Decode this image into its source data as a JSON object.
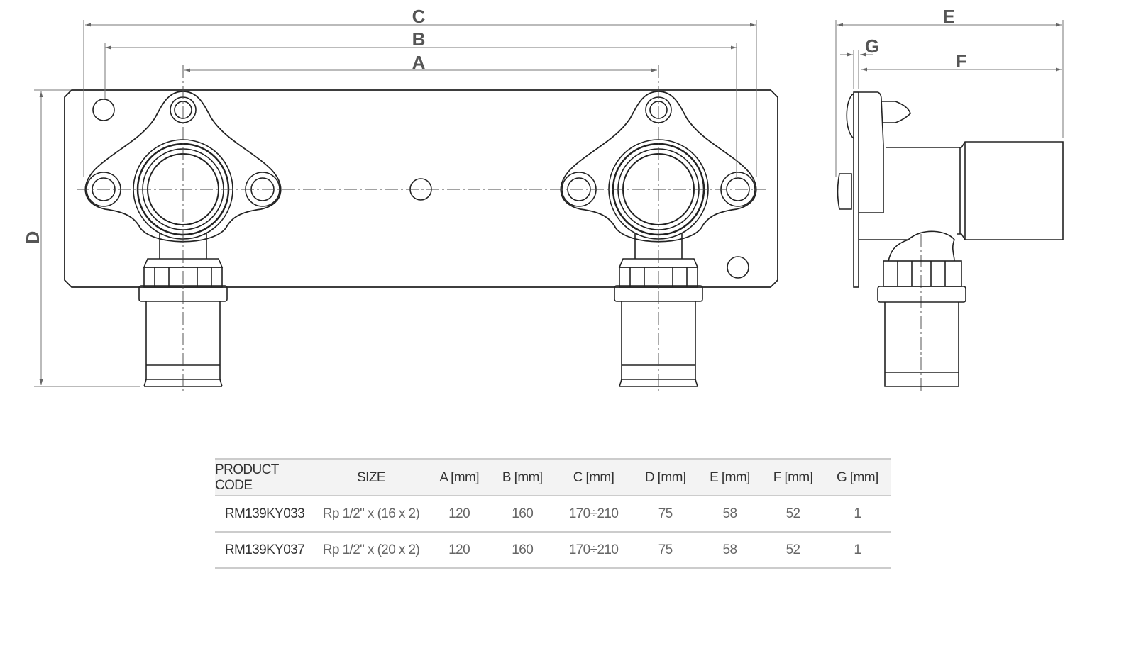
{
  "dimensions": {
    "A": "A",
    "B": "B",
    "C": "C",
    "D": "D",
    "E": "E",
    "F": "F",
    "G": "G"
  },
  "table": {
    "headers": [
      "PRODUCT CODE",
      "SIZE",
      "A [mm]",
      "B [mm]",
      "C [mm]",
      "D [mm]",
      "E [mm]",
      "F [mm]",
      "G [mm]"
    ],
    "rows": [
      [
        "RM139KY033",
        "Rp 1/2\" x (16 x 2)",
        "120",
        "160",
        "170÷210",
        "75",
        "58",
        "52",
        "1"
      ],
      [
        "RM139KY037",
        "Rp 1/2\" x (20 x 2)",
        "120",
        "160",
        "170÷210",
        "75",
        "58",
        "52",
        "1"
      ]
    ]
  }
}
